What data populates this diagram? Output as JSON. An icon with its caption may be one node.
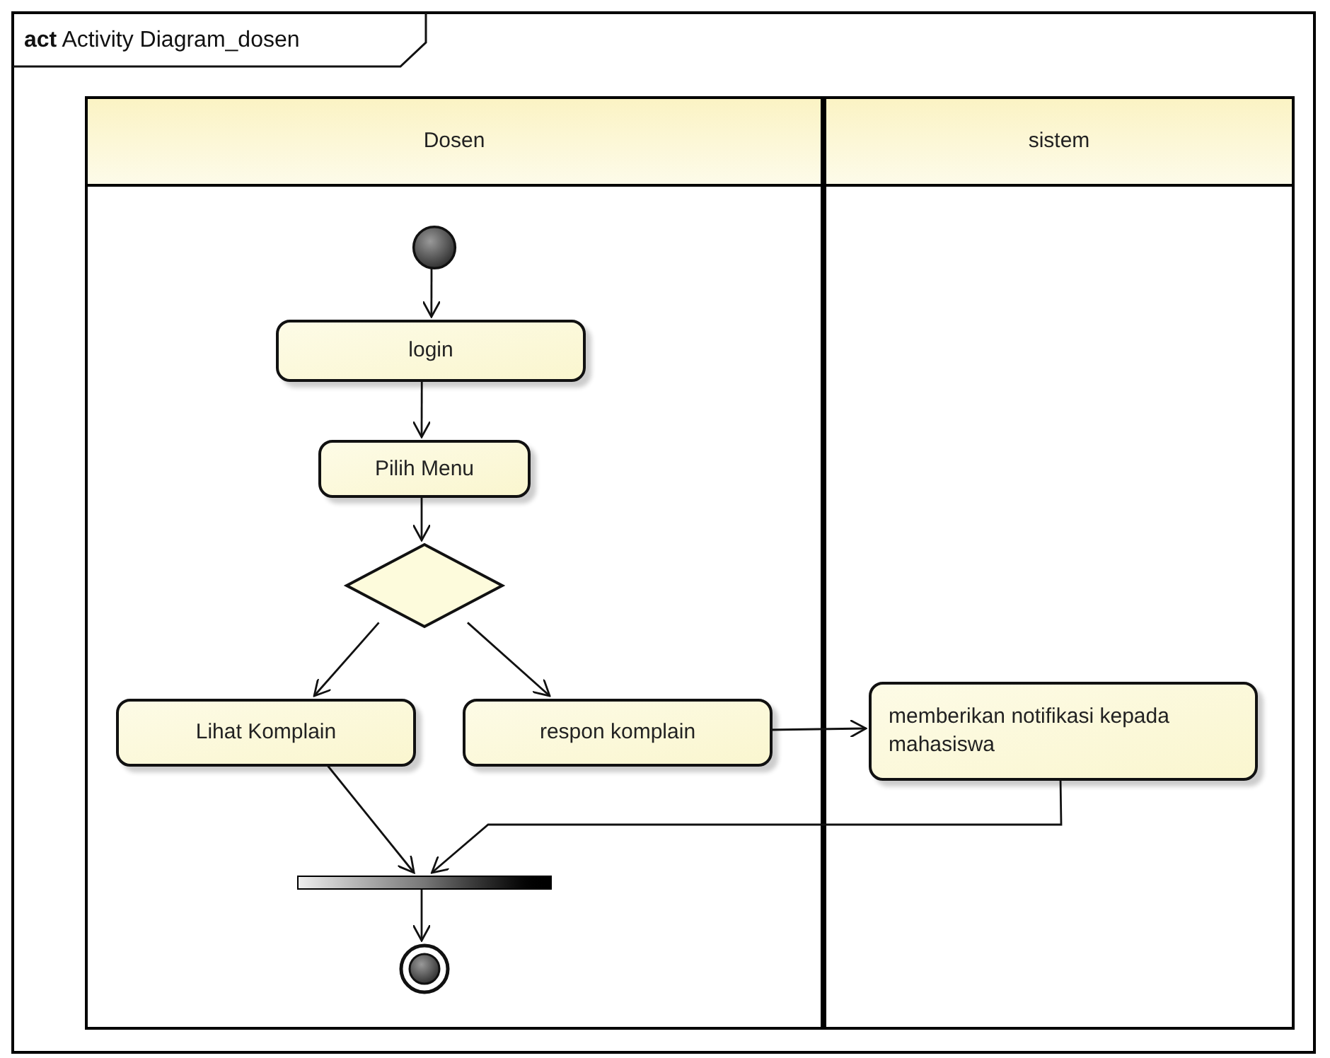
{
  "diagram": {
    "title": "**act** Activity Diagram_dosen",
    "nodes": [
      {
        "text": [
          "Dosen"
        ]
      },
      {
        "text": [
          "sistem"
        ]
      },
      {
        "text": [],
        "shape": "circle",
        "in": 0
      },
      {
        "text": [
          "login"
        ],
        "in": 0
      },
      {
        "text": [
          "Pilih Menu"
        ],
        "in": 0
      },
      {
        "text": [],
        "shape": "diamond",
        "in": 0
      },
      {
        "text": [
          "Lihat Komplain"
        ],
        "in": 0
      },
      {
        "text": [
          "respon komplain"
        ],
        "in": 0
      },
      {
        "text": [
          "memberikan notifikasi kepada mahasiswa"
        ],
        "in": 1
      },
      {
        "text": [],
        "shape": "bar",
        "in": 0
      },
      {
        "text": [],
        "shape": "circle",
        "in": 0
      }
    ],
    "edges": [
      {
        "from": 2,
        "to": 3,
        "arrow": "to"
      },
      {
        "from": 3,
        "to": 4,
        "arrow": "to"
      },
      {
        "from": 4,
        "to": 5,
        "arrow": "to"
      },
      {
        "from": 5,
        "to": 6,
        "arrow": "to"
      },
      {
        "from": 5,
        "to": 7,
        "arrow": "to"
      },
      {
        "from": 7,
        "to": 8,
        "arrow": "to"
      },
      {
        "from": 6,
        "to": 9,
        "arrow": "to"
      },
      {
        "from": 8,
        "to": 9,
        "arrow": "to"
      },
      {
        "from": 9,
        "to": 10,
        "arrow": "to"
      }
    ]
  }
}
